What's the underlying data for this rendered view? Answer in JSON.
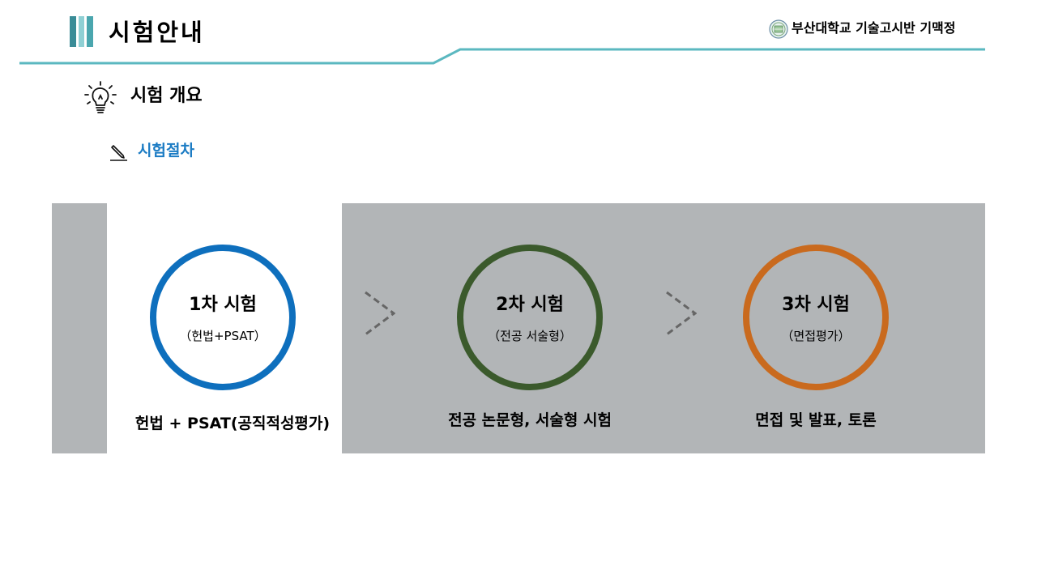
{
  "header": {
    "title": "시험안내",
    "school": "부산대학교 기술고시반 기맥정",
    "logo_icon": "university-seal-icon",
    "accent_color": "#5bb8c0"
  },
  "section": {
    "title": "시험 개요",
    "icon": "lightbulb-icon"
  },
  "subsection": {
    "title": "시험절차",
    "icon": "pencil-icon",
    "color": "#1c7cc4"
  },
  "stages": [
    {
      "name": "1차 시험",
      "sub": "（헌법+PSAT）",
      "desc": "헌법 + PSAT(공직적성평가)",
      "color": "#0e6fbd"
    },
    {
      "name": "2차 시험",
      "sub": "（전공 서술형）",
      "desc": "전공 논문형, 서술형 시험",
      "color": "#3b5a2c"
    },
    {
      "name": "3차 시험",
      "sub": "（면접평가）",
      "desc": "면접 및 발표, 토론",
      "color": "#c96a1e"
    }
  ],
  "arrow_icon": "chevron-right-icon"
}
